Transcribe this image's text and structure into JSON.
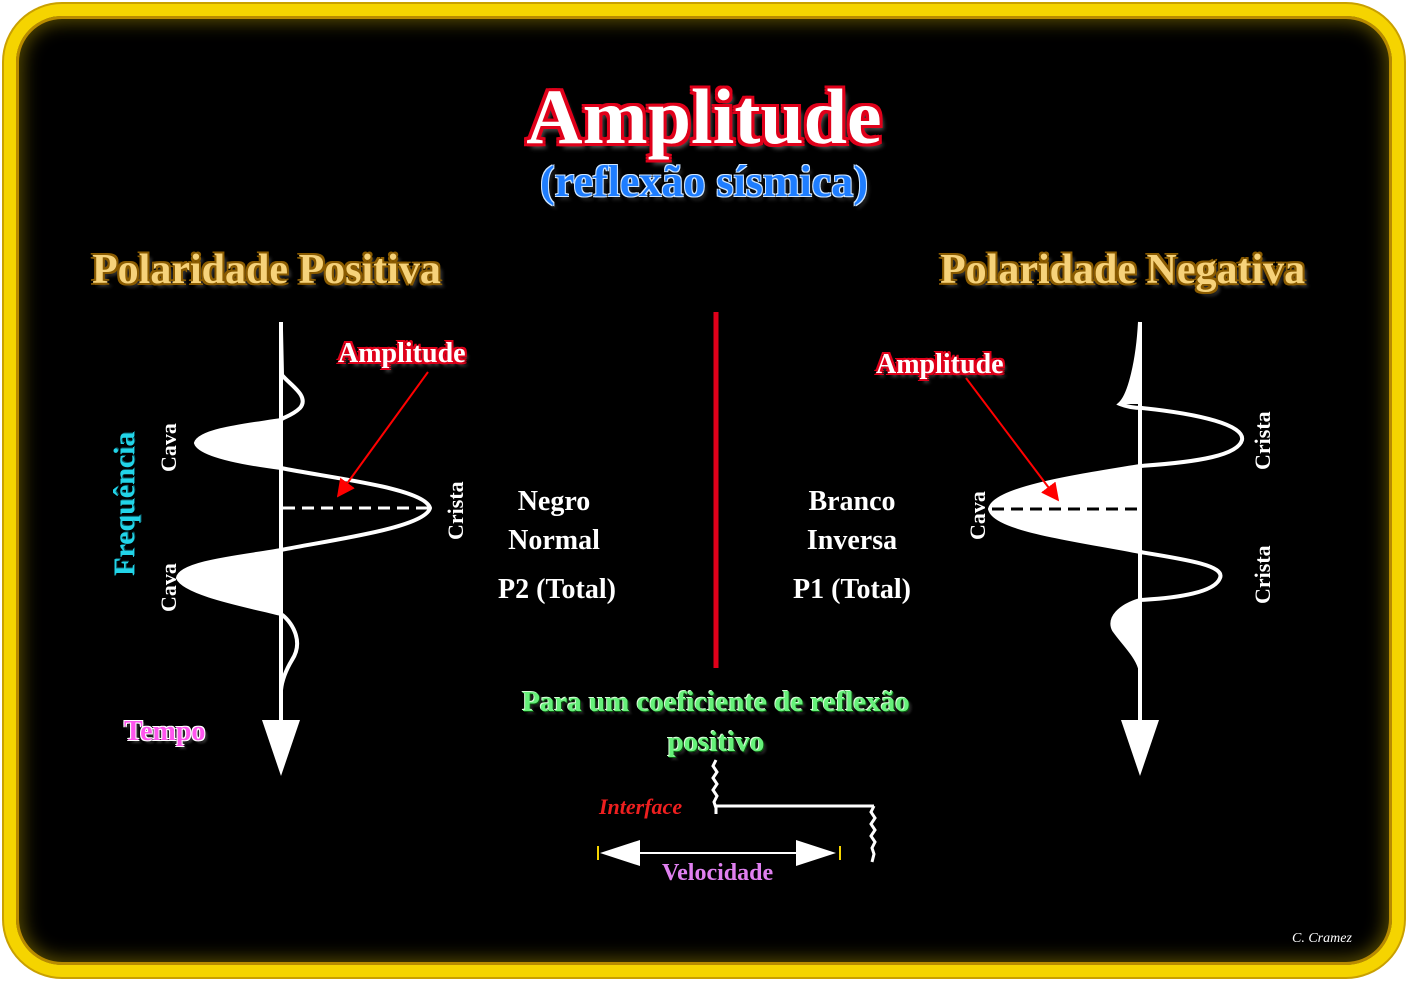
{
  "title": "Amplitude",
  "subtitle": "(reflexão sísmica)",
  "left": {
    "heading": "Polaridade Positiva",
    "amplitude_label": "Amplitude",
    "axis_label": "Frequência",
    "time_label": "Tempo",
    "wave_labels": {
      "top": "Cava",
      "middle": "Crista",
      "bottom": "Cava"
    }
  },
  "right": {
    "heading": "Polaridade Negativa",
    "amplitude_label": "Amplitude",
    "wave_labels": {
      "top": "Crista",
      "middle": "Cava",
      "bottom": "Crista"
    }
  },
  "center": {
    "left_col": {
      "line1": "Negro",
      "line2": "Normal",
      "line3": "P2 (Total)"
    },
    "right_col": {
      "line1": "Branco",
      "line2": "Inversa",
      "line3": "P1 (Total)"
    }
  },
  "bottom": {
    "note": "Para um coeficiente de reflexão positivo",
    "interface_label": "Interface",
    "velocity_label": "Velocidade"
  },
  "credit": "C. Cramez",
  "colors": {
    "border": "#f5d400",
    "background": "#000000",
    "divider": "#e0001a",
    "title_outline": "#e0001a",
    "subtitle": "#1e7dff",
    "heading": "#f6d27a",
    "frequency": "#22d4e8",
    "tempo": "#ff55ee",
    "note": "#66f07a",
    "interface": "#ee1f1f",
    "velocity": "#e080f0"
  }
}
